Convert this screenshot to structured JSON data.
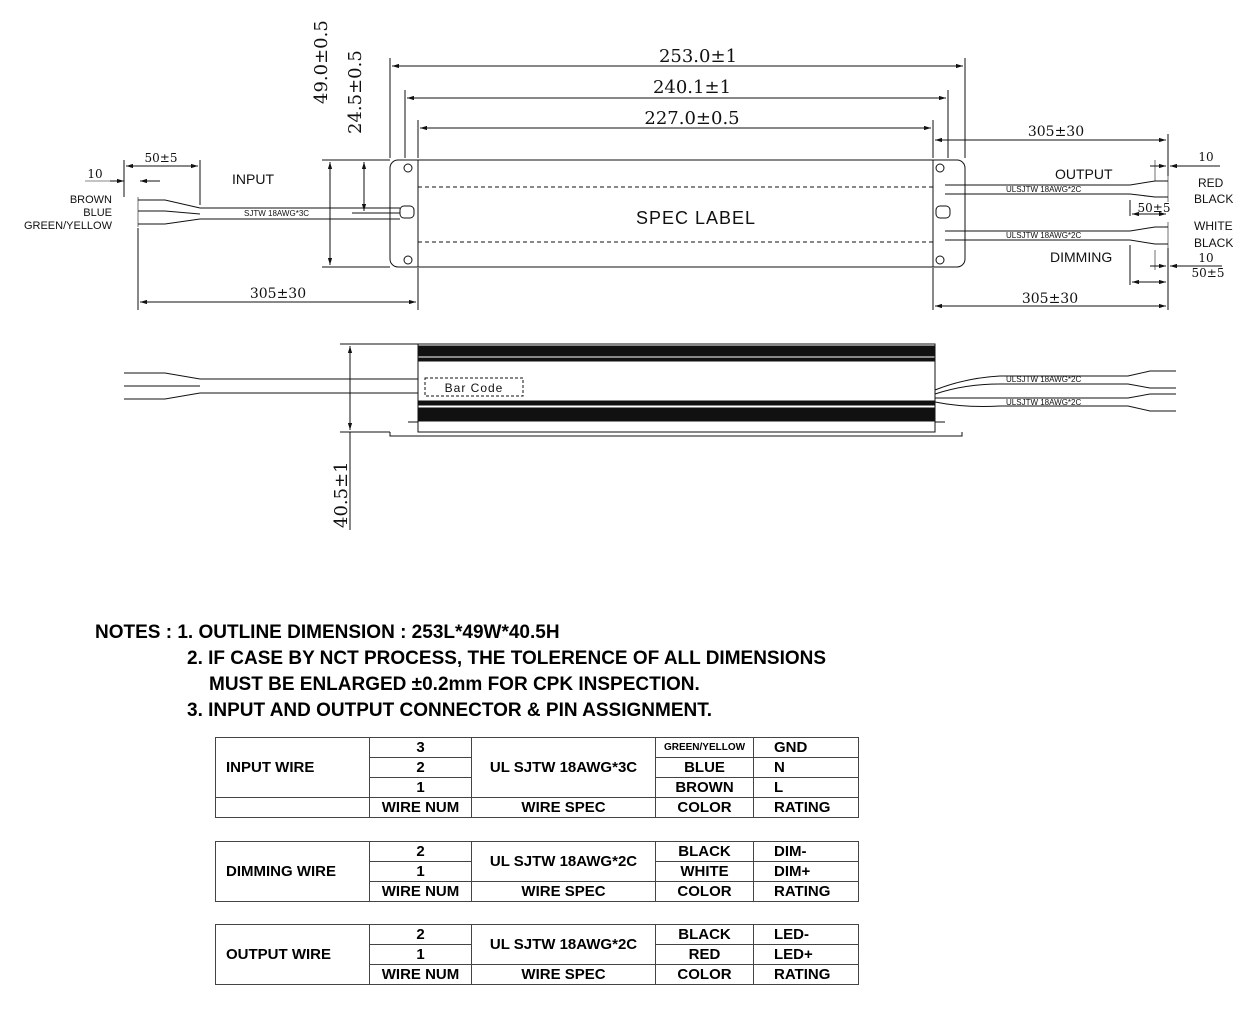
{
  "top_view": {
    "dims": {
      "overall_length": "253.0±1",
      "mount_length": "240.1±1",
      "body_length": "227.0±0.5",
      "width": "49.0±0.5",
      "half_width": "24.5±0.5",
      "input_cable": "305±30",
      "output_cable": "305±30",
      "dimming_cable": "305±30",
      "input_strip": "50±5",
      "input_tip": "10",
      "output_strip": "50±5",
      "output_tip": "10",
      "dimming_strip": "50±5",
      "dimming_tip": "10"
    },
    "labels": {
      "input": "INPUT",
      "output": "OUTPUT",
      "dimming": "DIMMING",
      "spec_label": "SPEC LABEL",
      "input_cable_spec": "SJTW 18AWG*3C",
      "output_cable_spec": "ULSJTW 18AWG*2C",
      "dimming_cable_spec": "ULSJTW 18AWG*2C"
    },
    "input_wires": [
      "BROWN",
      "BLUE",
      "GREEN/YELLOW"
    ],
    "output_wires": [
      "RED",
      "BLACK"
    ],
    "dimming_wires": [
      "WHITE",
      "BLACK"
    ]
  },
  "side_view": {
    "height": "40.5±1",
    "bar_code": "Bar Code",
    "cable_spec_1": "ULSJTW 18AWG*2C",
    "cable_spec_2": "ULSJTW 18AWG*2C"
  },
  "notes": {
    "line1": "NOTES : 1. OUTLINE DIMENSION : 253L*49W*40.5H",
    "line2": "2. IF CASE BY NCT PROCESS, THE TOLERENCE OF ALL DIMENSIONS",
    "line2b": "MUST BE ENLARGED  ±0.2mm FOR CPK INSPECTION.",
    "line3": "3. INPUT AND OUTPUT CONNECTOR & PIN ASSIGNMENT."
  },
  "tables": {
    "input": {
      "name": "INPUT WIRE",
      "spec": "UL SJTW 18AWG*3C",
      "rows": [
        {
          "num": "3",
          "color": "GREEN/YELLOW",
          "rating": "GND"
        },
        {
          "num": "2",
          "color": "BLUE",
          "rating": "N"
        },
        {
          "num": "1",
          "color": "BROWN",
          "rating": "L"
        }
      ],
      "header": {
        "num": "WIRE NUM",
        "spec": "WIRE SPEC",
        "color": "COLOR",
        "rating": "RATING"
      }
    },
    "dimming": {
      "name": "DIMMING WIRE",
      "spec": "UL SJTW 18AWG*2C",
      "rows": [
        {
          "num": "2",
          "color": "BLACK",
          "rating": "DIM-"
        },
        {
          "num": "1",
          "color": "WHITE",
          "rating": "DIM+"
        }
      ],
      "header": {
        "num": "WIRE NUM",
        "spec": "WIRE SPEC",
        "color": "COLOR",
        "rating": "RATING"
      }
    },
    "output": {
      "name": "OUTPUT WIRE",
      "spec": "UL SJTW 18AWG*2C",
      "rows": [
        {
          "num": "2",
          "color": "BLACK",
          "rating": "LED-"
        },
        {
          "num": "1",
          "color": "RED",
          "rating": "LED+"
        }
      ],
      "header": {
        "num": "WIRE NUM",
        "spec": "WIRE SPEC",
        "color": "COLOR",
        "rating": "RATING"
      }
    }
  }
}
